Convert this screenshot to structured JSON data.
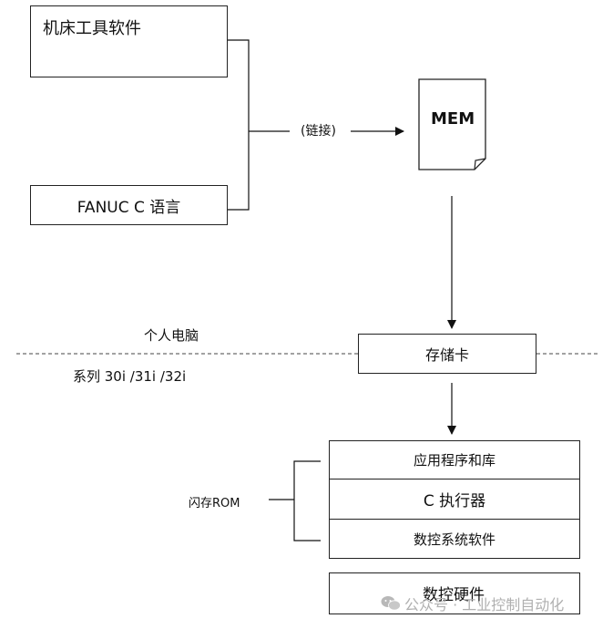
{
  "boxes": {
    "machine_tool_software": "机床工具软件",
    "fanuc_c_language": "FANUC C 语言",
    "mem": "MEM",
    "memory_card": "存储卡",
    "apps_and_libraries": "应用程序和库",
    "c_executor": "C 执行器",
    "cnc_system_software": "数控系统软件",
    "cnc_hardware": "数控硬件"
  },
  "labels": {
    "link": "(链接)",
    "personal_computer": "个人电脑",
    "series": "系列 30i /31i /32i",
    "flash_rom": "闪存ROM"
  },
  "watermark": {
    "icon": "wechat-icon",
    "text": "公众号 · 工业控制自动化"
  },
  "colors": {
    "line": "#111111",
    "border": "#222222",
    "watermark": "#b0b0b0"
  }
}
